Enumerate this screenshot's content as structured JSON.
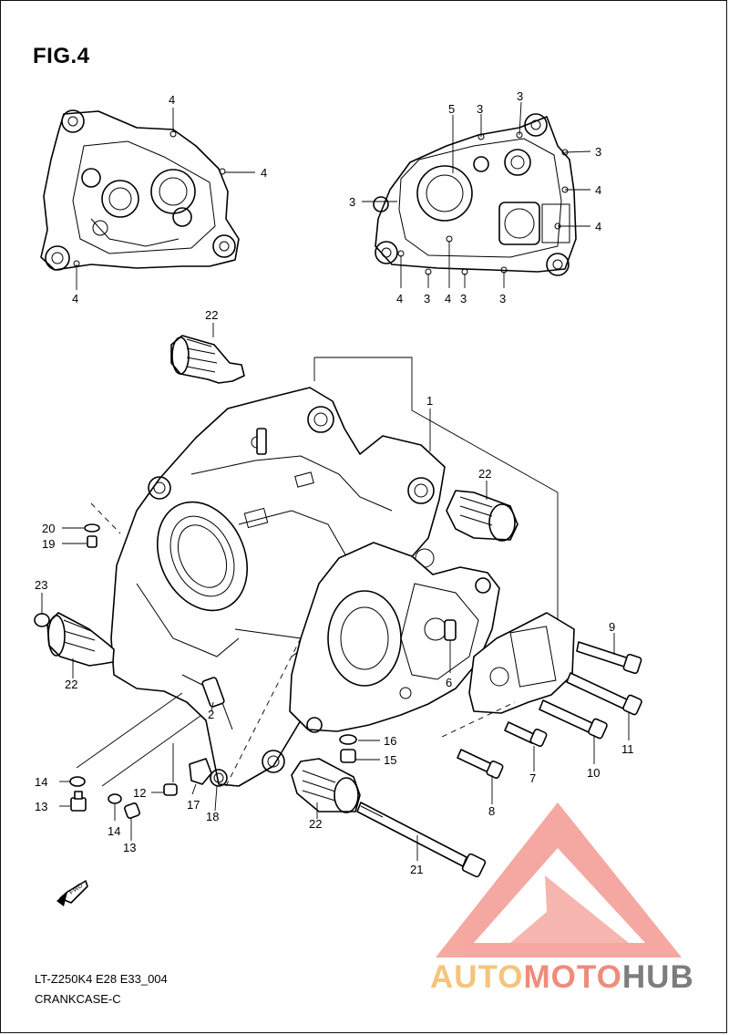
{
  "figure": {
    "title": "FIG.4"
  },
  "footer": {
    "code": "LT-Z250K4 E28 E33_004",
    "name": "CRANKCASE-C"
  },
  "badge": {
    "fwd": "FWD"
  },
  "watermark": {
    "part1": "AUTO",
    "part2": "MOTO",
    "part3": "HUB",
    "colors": {
      "auto": "#f4c47c",
      "moto": "#f08b7c",
      "hub": "#7d7d7d",
      "triangle": "#f28c82"
    }
  },
  "callouts": {
    "c1": "1",
    "c2": "2",
    "c3": "3",
    "c4": "4",
    "c5": "5",
    "c6": "6",
    "c7": "7",
    "c8": "8",
    "c9": "9",
    "c10": "10",
    "c11": "11",
    "c12": "12",
    "c13": "13",
    "c14": "14",
    "c15": "15",
    "c16": "16",
    "c17": "17",
    "c18": "18",
    "c19": "19",
    "c20": "20",
    "c21": "21",
    "c22": "22",
    "c23": "23"
  }
}
